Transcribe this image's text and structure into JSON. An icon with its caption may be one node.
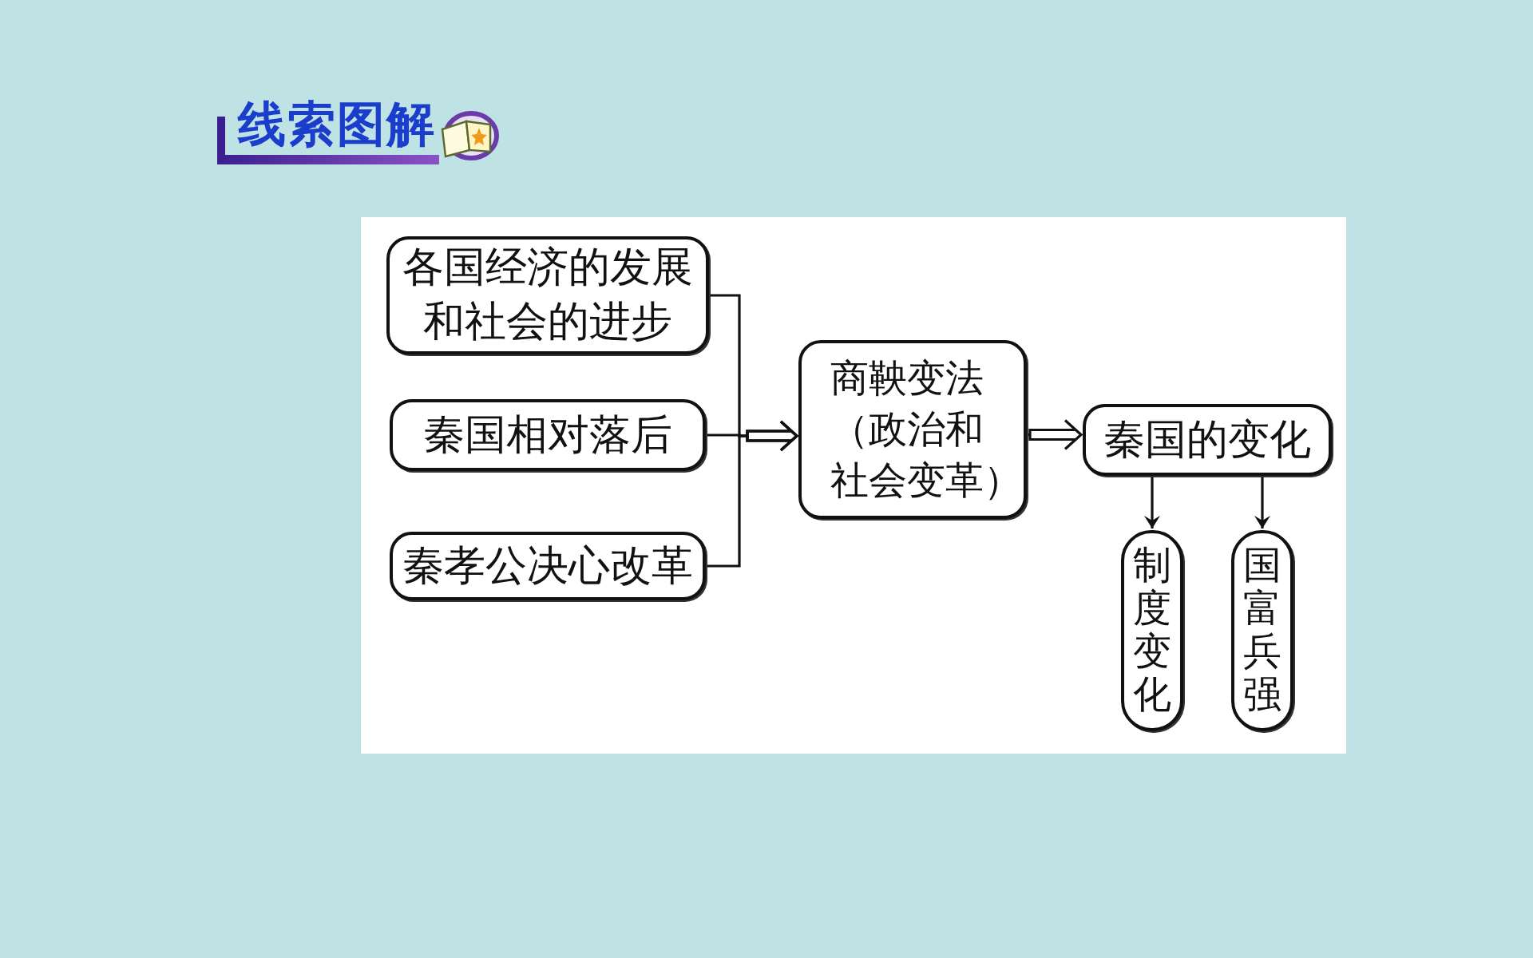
{
  "diagram": {
    "title": "线索图解",
    "nodes": [
      {
        "text": [
          "各国经济的发展和社会的进步"
        ]
      },
      {
        "text": [
          "秦国相对落后"
        ]
      },
      {
        "text": [
          "秦孝公决心改革"
        ]
      },
      {
        "text": [
          "商鞅变法（政治和社会变革）"
        ]
      },
      {
        "text": [
          "秦国的变化"
        ]
      },
      {
        "text": [
          "制度变化"
        ]
      },
      {
        "text": [
          "国富兵强"
        ]
      }
    ],
    "edges": [
      {
        "from": 0,
        "to": 3,
        "arrow": "to"
      },
      {
        "from": 1,
        "to": 3,
        "arrow": "to"
      },
      {
        "from": 2,
        "to": 3,
        "arrow": "to"
      },
      {
        "from": 3,
        "to": 4,
        "arrow": "to"
      },
      {
        "from": 4,
        "to": 5,
        "arrow": "to"
      },
      {
        "from": 4,
        "to": 6,
        "arrow": "to"
      }
    ]
  }
}
